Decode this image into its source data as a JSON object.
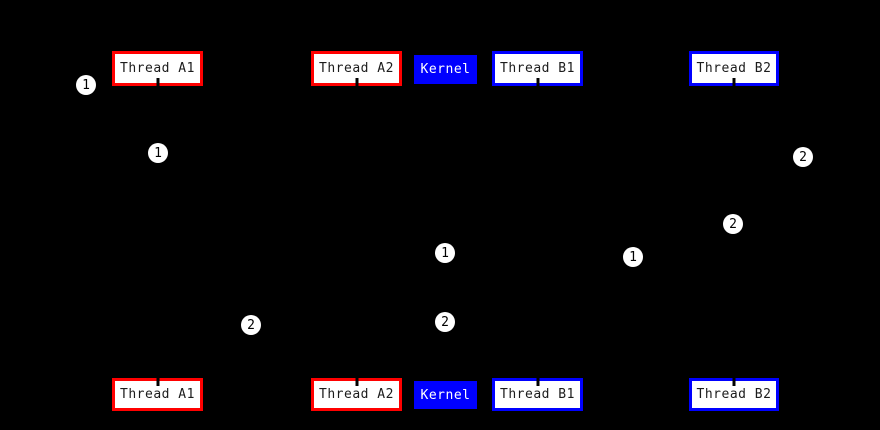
{
  "participants": {
    "top": [
      {
        "label": "Thread A1"
      },
      {
        "label": "Thread A2"
      },
      {
        "label": "Kernel"
      },
      {
        "label": "Thread B1"
      },
      {
        "label": "Thread B2"
      }
    ],
    "bottom": [
      {
        "label": "Thread A1"
      },
      {
        "label": "Thread A2"
      },
      {
        "label": "Kernel"
      },
      {
        "label": "Thread B1"
      },
      {
        "label": "Thread B2"
      }
    ]
  },
  "badges": [
    {
      "label": "1"
    },
    {
      "label": "1"
    },
    {
      "label": "2"
    },
    {
      "label": "2"
    },
    {
      "label": "1"
    },
    {
      "label": "1"
    },
    {
      "label": "2"
    },
    {
      "label": "2"
    }
  ],
  "colors": {
    "background": "#000000",
    "thread_a_border": "#ff0000",
    "thread_b_border": "#0000ff",
    "kernel_bg": "#0000ff",
    "kernel_text": "#ffffff",
    "box_bg": "#ffffff",
    "box_text": "#1c1c1c",
    "badge_bg": "#ffffff",
    "badge_text": "#000000"
  }
}
